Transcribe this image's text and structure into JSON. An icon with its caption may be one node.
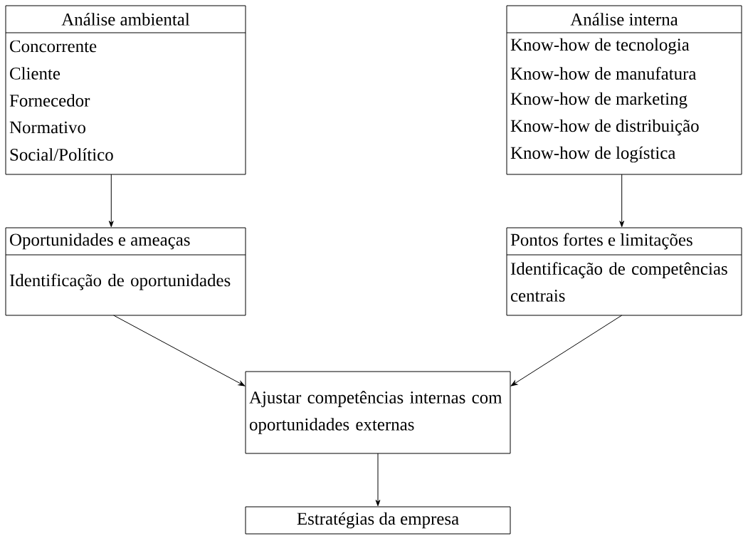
{
  "diagram": {
    "nodes": [
      {
        "text": [
          "Análise ambiental",
          "Concorrente",
          "Cliente",
          "Fornecedor",
          "Normativo",
          "Social/Político"
        ]
      },
      {
        "text": [
          "Análise interna",
          "Know-how de tecnologia",
          "Know-how de manufatura",
          "Know-how de marketing",
          "Know-how de distribuição",
          "Know-how de logística"
        ]
      },
      {
        "text": [
          "Oportunidades e ameaças",
          "Identificação de oportunidades"
        ]
      },
      {
        "text": [
          "Pontos fortes e limitações",
          "Identificação de competências centrais"
        ]
      },
      {
        "text": [
          "Ajustar competências internas com oportunidades externas"
        ]
      },
      {
        "text": [
          "Estratégias da empresa"
        ]
      }
    ],
    "edges": [
      {
        "from": 0,
        "to": 2,
        "arrow": "to"
      },
      {
        "from": 1,
        "to": 3,
        "arrow": "to"
      },
      {
        "from": 2,
        "to": 4,
        "arrow": "to"
      },
      {
        "from": 3,
        "to": 4,
        "arrow": "to"
      },
      {
        "from": 4,
        "to": 5,
        "arrow": "to"
      }
    ]
  }
}
